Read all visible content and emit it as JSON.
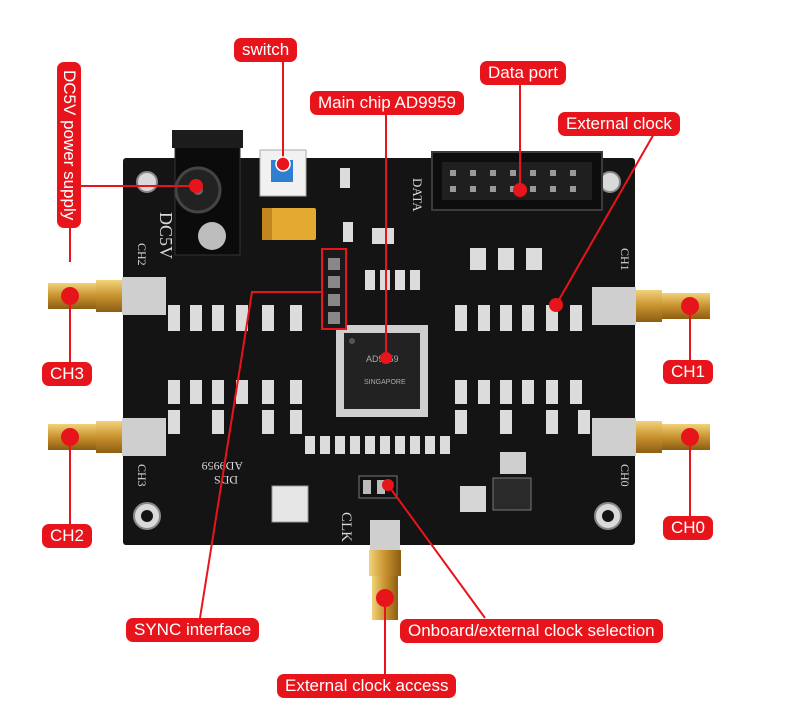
{
  "labels": {
    "switch": "switch",
    "data_port": "Data port",
    "main_chip": "Main chip AD9959",
    "external_clock": "External clock",
    "dc5v_power": "DC5V power supply",
    "ch3": "CH3",
    "ch2": "CH2",
    "ch1": "CH1",
    "ch0": "CH0",
    "sync_interface": "SYNC interface",
    "clock_selection": "Onboard/external clock selection",
    "external_clock_access": "External clock access"
  },
  "board_silkscreen": {
    "dc5v": "DC5V",
    "data": "DATA",
    "ch0": "CH0",
    "ch1": "CH1",
    "ch2": "CH2",
    "ch3": "CH3",
    "clk": "CLK",
    "module_name": "AD9959",
    "module_sub": "DDS",
    "chip_name": "AD9959",
    "chip_maker": "SINGAPORE"
  },
  "colors": {
    "label_bg": "#e8141b",
    "label_text": "#ffffff",
    "leader_line": "#e8141b",
    "pcb": "#141414",
    "connector_gold": "#d4a23c"
  }
}
